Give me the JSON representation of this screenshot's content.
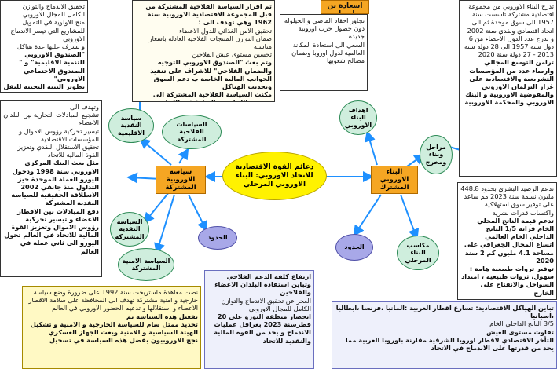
{
  "center": {
    "text": "دعائم القوة الاقتصادية للاتحاد الاوروبي: البناء الاوروبي المرحلي"
  },
  "title_box": {
    "text": "اسعادة بن اسعاد"
  },
  "hubs": {
    "left": "سياسة الاوروبية المشتركة",
    "right": "البناء الاوروبي المشترك"
  },
  "left_branches": {
    "monetary": "سياسة النقدية الاقليمية",
    "agri": "السياسات الفلاحية المشتركة",
    "fiscal": "السياسة النقدية المشتركة",
    "borders": "الحدود",
    "security": "السياسة الامنية المشتركة"
  },
  "right_branches": {
    "goals": "اهداف البناء الاوروبي",
    "stages": "مراحل وبناء ومخرج",
    "gains": "مكاسب البناء المرحلي",
    "borders": "الحدود"
  },
  "texts": {
    "tl": [
      "تحقيق الاندماج والتوازن الكامل للمجال الاوروبي",
      "منح الاولوية في التمويل للمشاريع التي تيسر الاندماج الاوروبي",
      "و تشرف عليها عدة هياكل:",
      "\"الصندوق الاوروبي للتنمية الاقليمية\" و \" الصندوق الاجتماعي الاوروبي\"",
      "تطوير البنية التحتية للنقل والاتصالات"
    ],
    "agri_policy": [
      "تم اقرار السياسة الفلاحية المشتركة من قبل المجموعة الاقتصادية الاوروبية سنة 1962 وهي تهدف الى :",
      "تحقيق الامن الغذائي للدول الاعضاء",
      "ضمان التوازن المنتجات الفلاحية العادلة باسعار مناسبة",
      "تحسين مستوى عيش الفلاحين",
      "وتم بعث \"الصندوق الاوروبي للتوجيه والضمان الفلاحي\" للاشراف على تنفيذ الجوانب المالية الخاصة ب دعم السوق وتحديث الهياكل",
      "مكنت السياسة الفلاحية المشتركة الى تحسين الانتاجية والزيادة في الانتاج الفلاحي"
    ],
    "goals": [
      "تجاوز احقاد الماضي و الحيلولة دون حصول حرب اوروبية جديدة",
      "السعي الى استعادة المكانة العالمية لدول اوروبا وضمان مصالح شعوبها"
    ],
    "stages": [
      "تدرج البناء الاوروبي من مجموعة اقتصادية مشتركة تاسست سنة 1957 الى سوق موحدة ثم الى اتحاد اقتصادي ونقدي سنة 2002",
      "و تدرج عدد الدول الاعضاء من 6 دول سنة 1957 الى 28 دولة سنة 2013 - 27 دولة سنة 2020",
      "ترامن التوسع المجالي وارساء عدد من المؤسسات التشريعية والاقتصادية على غرار البرلمان الاوروبي والمفوضية الاوروبية و البنك الاوروبي والمحكمة الاوروبية"
    ],
    "fiscal": [
      "وتهدف الى",
      "تشجيع المبادلات التجارية بين البلدان الاعضاء",
      "تيسير تحركية رؤوس الاموال و المؤسسات الاقتصادية",
      "تحقيق الاستقلال النقدي وتعزيز القوة المالية للاتحاد",
      "مثل بعث البنك المركزي الاوروبي سنة 1998 ودخول اليورو العملة الموحدة حيز التداول منذ جانفي 2002 الانطلاقة الحقيقية للسياسة النقدية المشتركة",
      "دفع المبادلات بين الاقطار الاعضاء و تيسير تحركية رؤوس الاموال وتعزيز القوة المالية للاتحاد في العالم تحول اليورو الى ثاني عملة في العالم"
    ],
    "gains": [
      "تدعم الرصيد البشري بحدود 448.8 مليون نسمة سنة 2023 مم ساعد على توفير سوق استهلاكية واكتساب قدرات بشرية",
      "تدعم قيمة الناتج المحلي الخام قرابة 1/5 الناتج الداخلي الخام العالمي",
      "اتساع المجال الجغرافي على مساحة 4.1 مليون كم 2 سنة 2020",
      "توفير ثروات طبيعية هامة : سهول، ثروات طبيعية ، امتداد السواحل والانفتاح على الخارج"
    ],
    "left_borders": [
      "ارتفاع كلفة الدعم الفلاحي",
      "وتباين استفادة البلدان الاعضاء والفلاحين",
      "العجز عن تحقيق الاندماج والتوازن الكامل للمجال الاوروبي",
      "انحصار منطقة اليورو على 20 قطرسنة 2023 بعراقل عمليات الاندماج و يحد من القوة المالية والنقدية للاتحاد"
    ],
    "security": [
      "نصت معاهدة ماستريخت سنة 1992 على ضرورة وضع سياسة خارجية و امنية مشتركة تهدف الى المحافظة على سلامة الاقطار الاعضاء و استقلالها و تدعيم الحضور الاوروبي في العالم",
      "تفعيل هذه السياسة تم",
      "تحديد ممثل سام للسياسة الخارجية و الامنية و تشكيل الهيئة السياسية و الامنية وبعث الجهاز العسكري",
      "نجح الاوروبيون بفضل هذه السياسة في تسجيل"
    ],
    "right_borders": [
      "تباين الهياكل الاقتصادية: تسارع اقطار العربية :المانيا ،فرنسا ،ايطاليا ،اسبانيا",
      "3/5 الناتج الداخلي الخام",
      "تفاوت مستوى العيش",
      "التأخر الاقتصادي لاقطار اوروبا الشرقية مقارنة باوروبا العربية مما يحد من قدرتها على الاندماج في الاتحاد"
    ]
  },
  "colors": {
    "hub": "#f5a623",
    "center": "#fff200",
    "branch_green": "#cfeedd",
    "branch_blue": "#a8a8e8",
    "arrow": "#1e90ff"
  }
}
